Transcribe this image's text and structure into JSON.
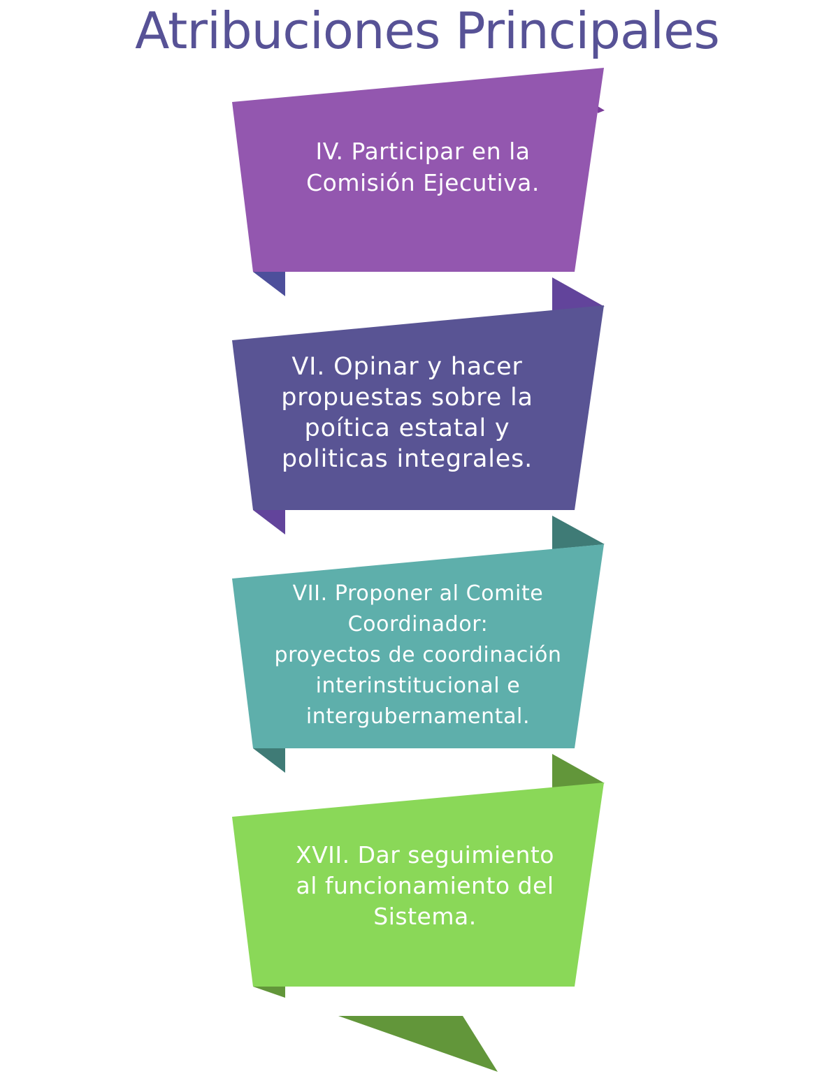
{
  "title": "Atribuciones Principales",
  "cards": [
    {
      "text": "IV. Participar en la\nComisión Ejecutiva.",
      "color": "#9357AF",
      "fold_color": "#4D4F9B"
    },
    {
      "text": "VI. Opinar y hacer\npropuestas sobre la\npoítica estatal y\npoliticas integrales.",
      "color": "#595494",
      "fold_color": "#62449B"
    },
    {
      "text": "VII. Proponer al Comite\nCoordinador:\nproyectos de coordinación\ninterinstitucional e\nintergubernamental.",
      "color": "#5EAFAB",
      "fold_color": "#3F7B76"
    },
    {
      "text": "XVII. Dar seguimiento\nal funcionamiento del\nSistema.",
      "color": "#8AD858",
      "fold_color": "#62963A"
    }
  ]
}
